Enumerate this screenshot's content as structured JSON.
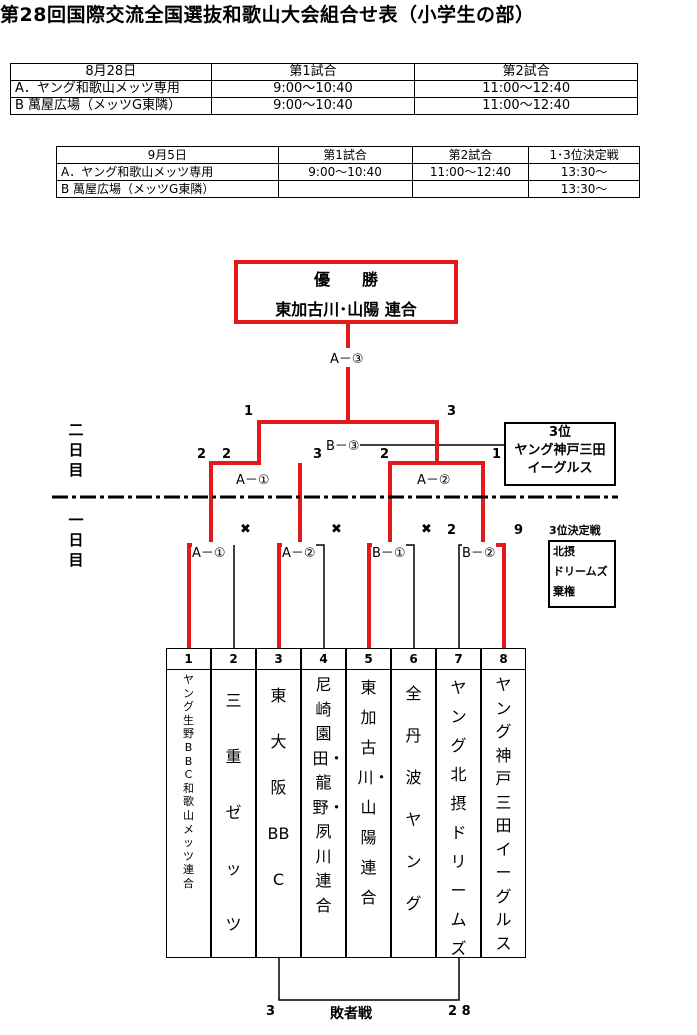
{
  "title": "第28回国際交流全国選抜和歌山大会組合せ表（小学生の部）",
  "schedule1": {
    "date": "8月28日",
    "col1": "第1試合",
    "col2": "第2試合",
    "rows": [
      {
        "venue": "A．ヤング和歌山メッツ専用",
        "g1": "9:00～10:40",
        "g2": "11:00～12:40"
      },
      {
        "venue": "B 萬屋広場（メッツG東隣）",
        "g1": "9:00～10:40",
        "g2": "11:00～12:40"
      }
    ]
  },
  "schedule2": {
    "date": "9月5日",
    "col1": "第1試合",
    "col2": "第2試合",
    "col3": "1･3位決定戦",
    "rows": [
      {
        "venue": "A．ヤング和歌山メッツ専用",
        "g1": "9:00～10:40",
        "g2": "11:00～12:40",
        "g3": "13:30～"
      },
      {
        "venue": "B 萬屋広場（メッツG東隣）",
        "g1": "",
        "g2": "",
        "g3": "13:30～"
      }
    ]
  },
  "champion": {
    "heading": "優勝",
    "winner": "東加古川･山陽 連合"
  },
  "third_place": {
    "heading": "3位",
    "team_line1": "ヤング神戸三田",
    "team_line2": "イーグルス"
  },
  "forfeit_box": {
    "heading": "3位決定戦",
    "line1": "北摂",
    "line2": "ドリームズ",
    "line3": "棄権"
  },
  "day_labels": {
    "day2": "二日目",
    "day1": "一日目"
  },
  "games": {
    "final": "A－③",
    "third": "B－③",
    "semi_left": "A－①",
    "semi_right": "A－②",
    "r1_1": "A－①",
    "r1_2": "A－②",
    "r1_3": "B－①",
    "r1_4": "B－②"
  },
  "scores": {
    "final_left": "1",
    "final_right": "3",
    "semi_l_a": "2",
    "semi_l_b": "2",
    "semi_l_c": "3",
    "semi_r_a": "2",
    "third_right": "1",
    "r4_left": "2",
    "r4_right": "9",
    "cons_left": "3",
    "cons_right": "2 8"
  },
  "marks": {
    "forfeit": "✖"
  },
  "consolation": "敗者戦",
  "teams": [
    {
      "num": "1",
      "name": "ヤング生野BBC和歌山メッツ連合"
    },
    {
      "num": "2",
      "name": "三重ゼッツ"
    },
    {
      "num": "3",
      "name": "東大阪BBC"
    },
    {
      "num": "4",
      "name": "尼崎園田・龍野・夙川連合"
    },
    {
      "num": "5",
      "name": "東加古川・山陽連合"
    },
    {
      "num": "6",
      "name": "全丹波ヤング"
    },
    {
      "num": "7",
      "name": "ヤング北摂ドリームズ"
    },
    {
      "num": "8",
      "name": "ヤング神戸三田イーグルス"
    }
  ]
}
